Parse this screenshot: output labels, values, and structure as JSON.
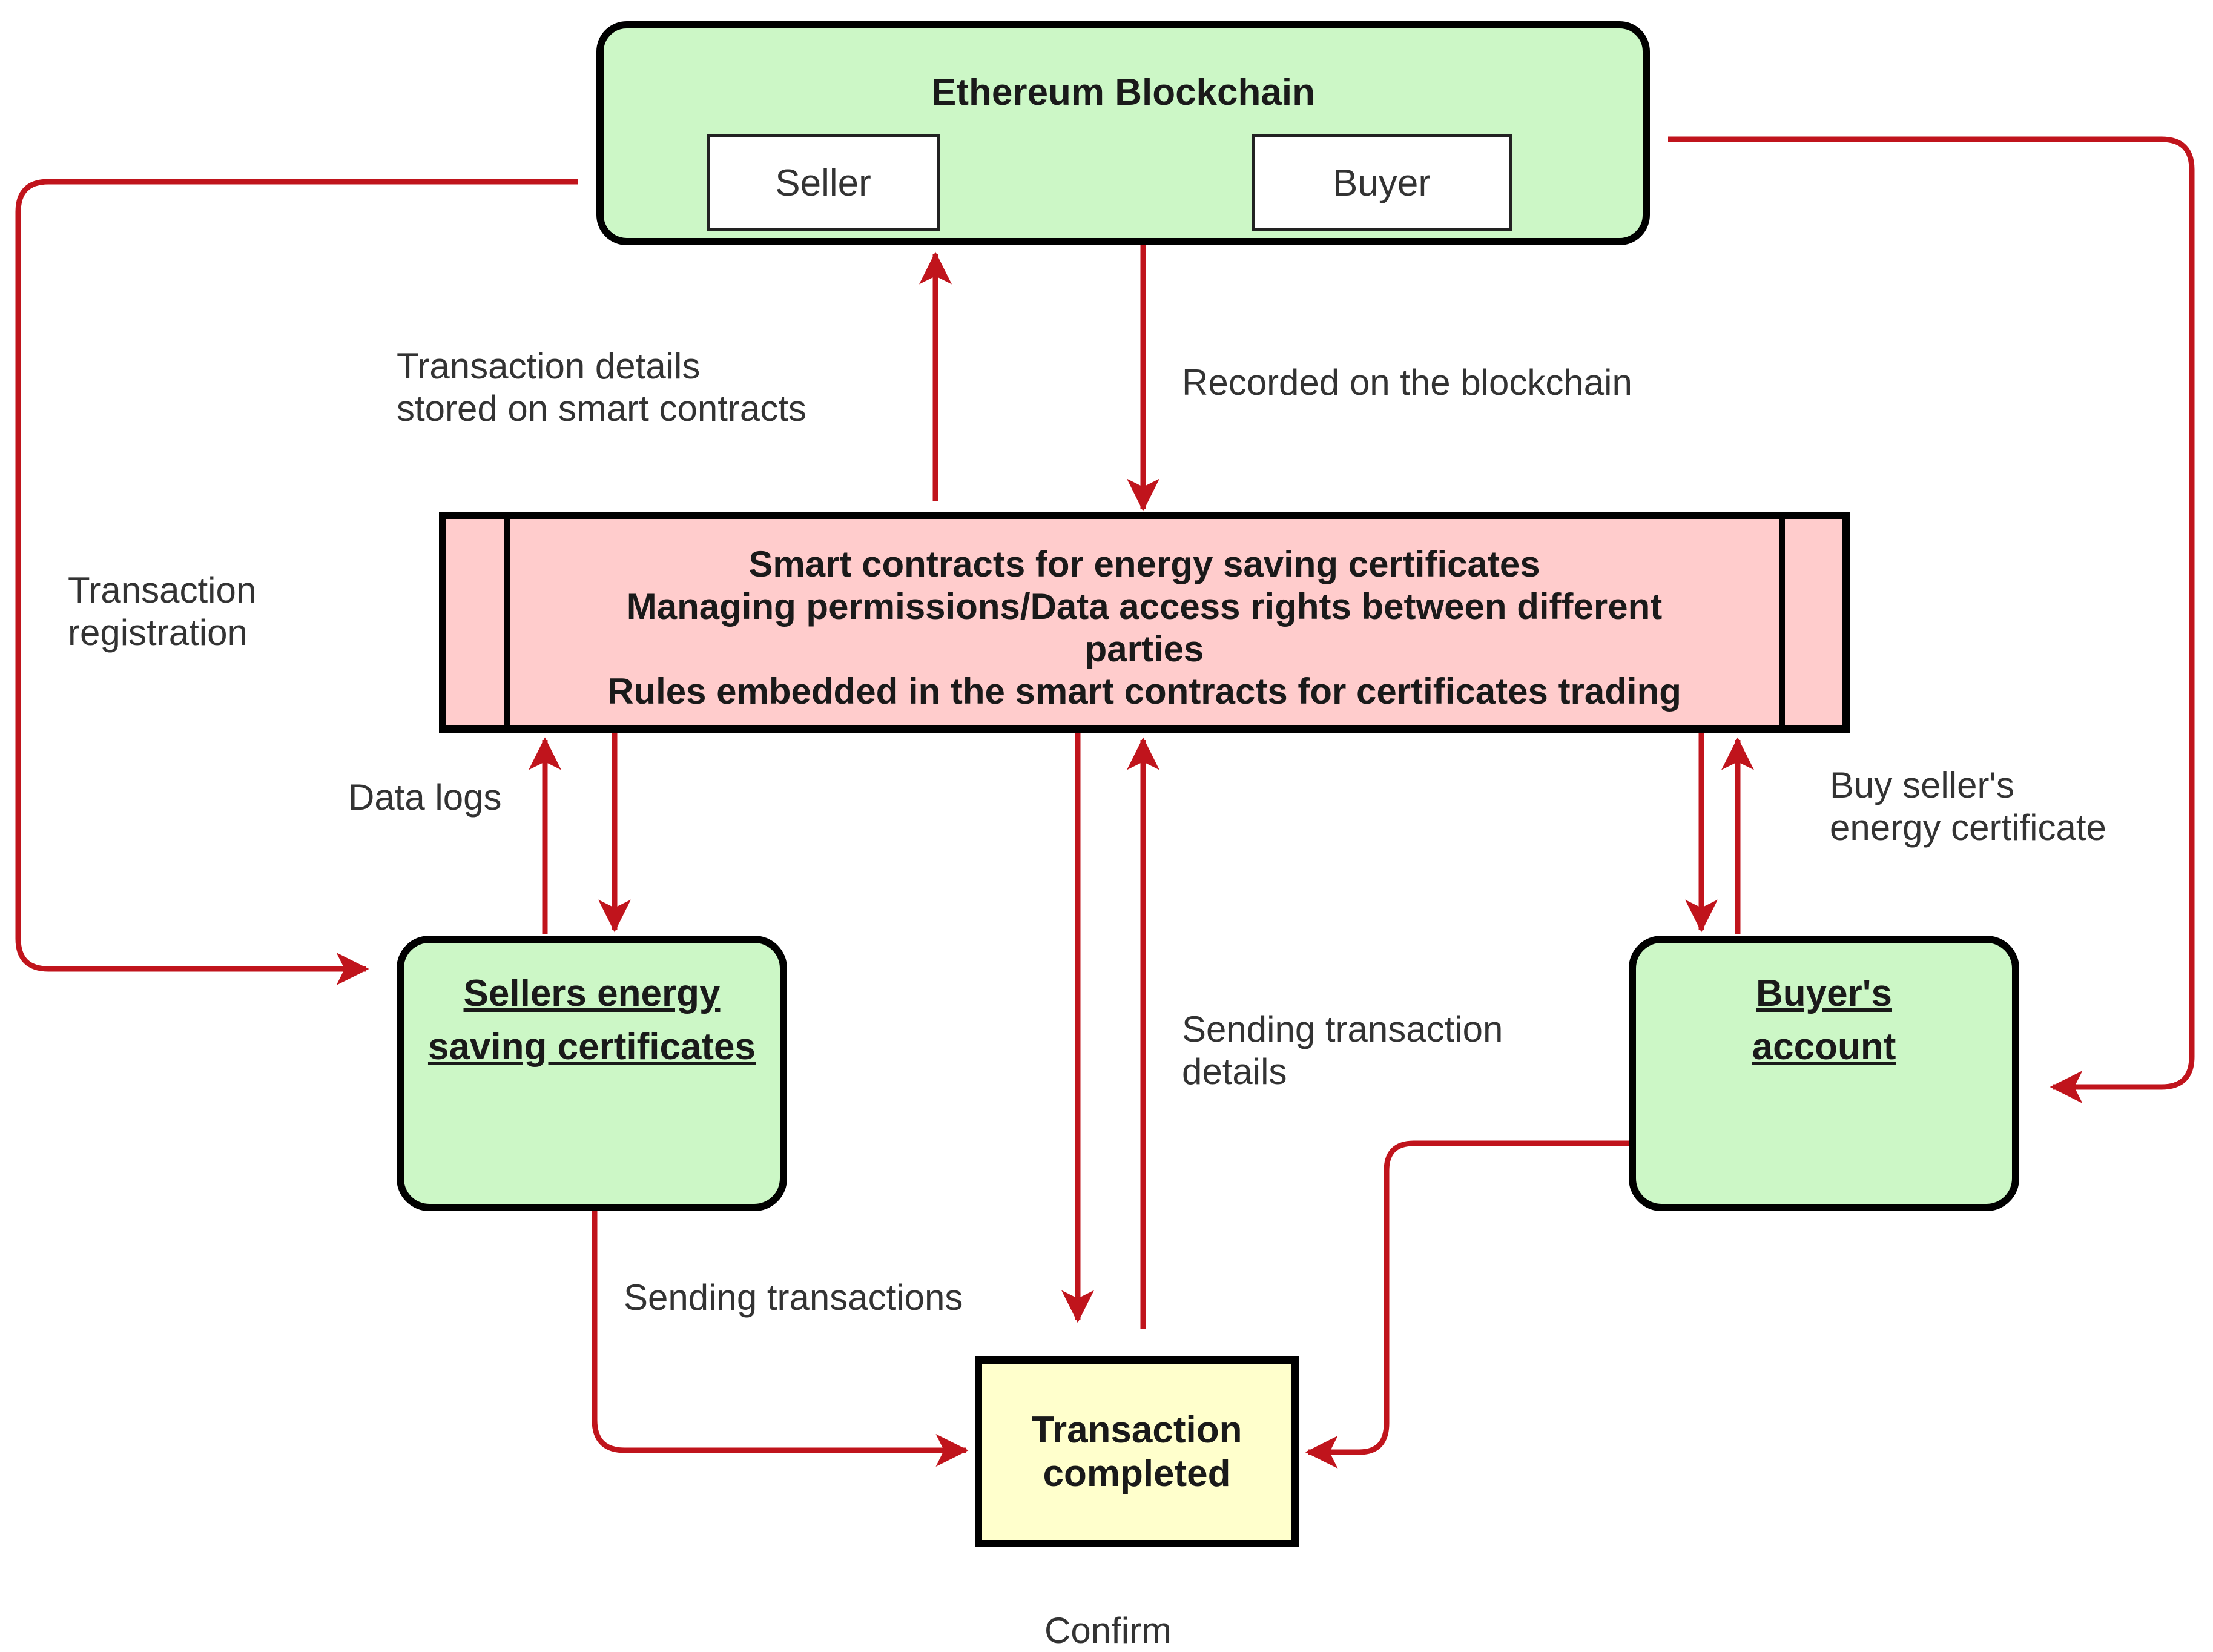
{
  "nodes": {
    "ethereum": {
      "title": "Ethereum Blockchain",
      "seller": "Seller",
      "buyer": "Buyer"
    },
    "smart_contracts": {
      "line1": "Smart contracts for energy saving certificates",
      "line2": "Managing permissions/Data access rights  between different",
      "line3": "parties",
      "line4": "Rules embedded in the smart contracts for certificates trading"
    },
    "sellers": {
      "line1": "Sellers energy",
      "line2": "saving certificates"
    },
    "buyers": {
      "line1": "Buyer's",
      "line2": "account"
    },
    "transaction": {
      "line1": "Transaction",
      "line2": "completed"
    }
  },
  "edge_labels": {
    "tx_details_1": "Transaction details",
    "tx_details_2": "stored on smart contracts",
    "recorded": "Recorded on the blockchain",
    "registration_1": "Transaction",
    "registration_2": "registration",
    "data_logs": "Data logs",
    "buy_1": "Buy seller's",
    "buy_2": "energy certificate",
    "sending_details_1": "Sending transaction",
    "sending_details_2": "details",
    "sending_transactions": "Sending transactions",
    "confirm": "Confirm"
  },
  "colors": {
    "arrow": "#c0141c",
    "green_fill": "#ccf7c6",
    "pink_fill": "#ffcccc",
    "yellow_fill": "#ffffcc",
    "border": "#000000"
  }
}
